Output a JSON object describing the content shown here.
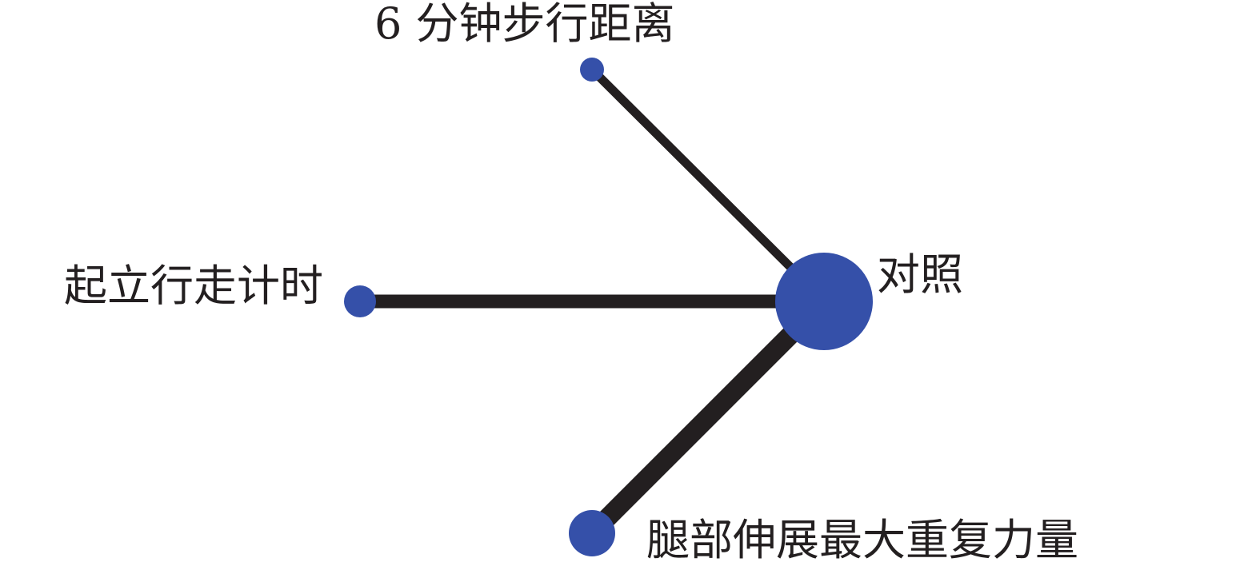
{
  "network": {
    "nodes": [
      {
        "id": "control",
        "label": "对照",
        "color": "#3550a9"
      },
      {
        "id": "six_minute_walk",
        "label": "6 分钟步行距离",
        "color": "#3550a9"
      },
      {
        "id": "timed_up_and_go",
        "label": "起立行走计时",
        "color": "#3550a9"
      },
      {
        "id": "leg_extension_1rm",
        "label": "腿部伸展最大重复力量",
        "color": "#3550a9"
      }
    ],
    "edges": [
      {
        "from": "six_minute_walk",
        "to": "control"
      },
      {
        "from": "timed_up_and_go",
        "to": "control"
      },
      {
        "from": "leg_extension_1rm",
        "to": "control"
      }
    ],
    "edge_color": "#231f20"
  }
}
